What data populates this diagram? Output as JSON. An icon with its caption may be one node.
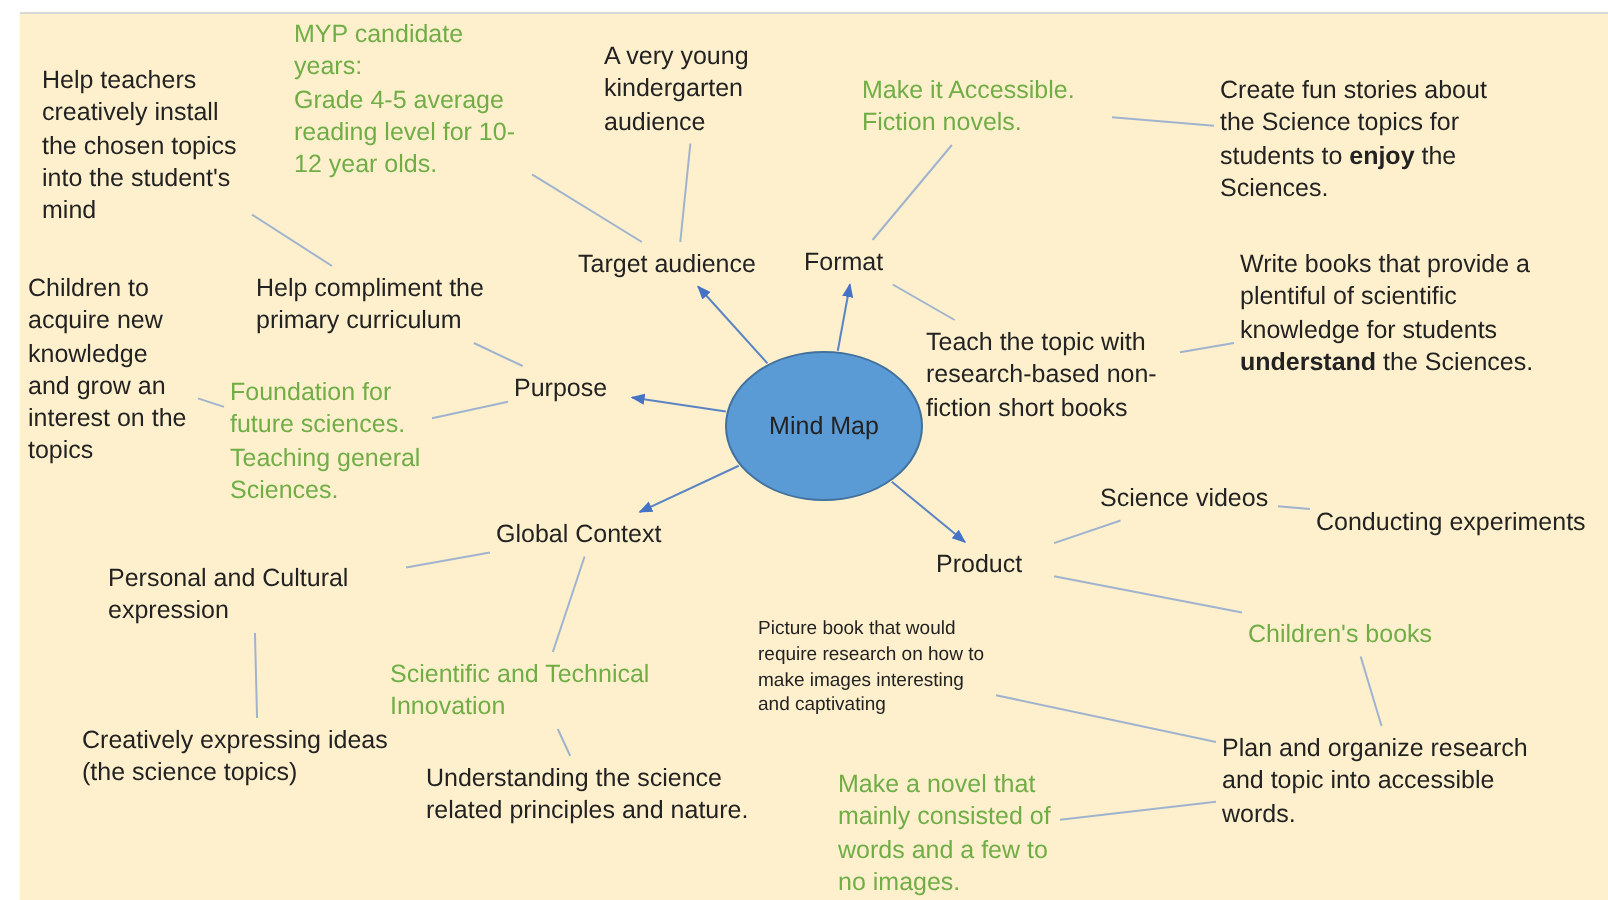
{
  "diagram": {
    "nodes": [
      {
        "text": [
          "Mind Map"
        ]
      },
      {
        "text": [
          "Target audience"
        ]
      },
      {
        "text": [
          "Format"
        ]
      },
      {
        "text": [
          "Purpose"
        ]
      },
      {
        "text": [
          "Global Context"
        ]
      },
      {
        "text": [
          "Product"
        ]
      },
      {
        "text": [
          "A very young kindergarten audience"
        ]
      },
      {
        "text": [
          "MYP candidate years:",
          "Grade 4-5 average reading level for 10-12 year olds."
        ]
      },
      {
        "text": [
          "Make it Accessible. Fiction novels."
        ]
      },
      {
        "text": [
          "Create fun stories about the Science topics for students to **enjoy** the Sciences."
        ]
      },
      {
        "text": [
          "Teach the topic with research-based non-fiction short books"
        ]
      },
      {
        "text": [
          "Write books that provide a plentiful of scientific knowledge for students **understand** the Sciences."
        ]
      },
      {
        "text": [
          "Help compliment the primary curriculum"
        ]
      },
      {
        "text": [
          "Help teachers creatively install the chosen topics into the student's mind"
        ]
      },
      {
        "text": [
          "Children to acquire new knowledge and grow an interest on the topics"
        ]
      },
      {
        "text": [
          "Foundation for future sciences. Teaching general Sciences."
        ]
      },
      {
        "text": [
          "Personal and Cultural expression"
        ]
      },
      {
        "text": [
          "Scientific and Technical Innovation"
        ]
      },
      {
        "text": [
          "Creatively expressing ideas (the science topics)"
        ]
      },
      {
        "text": [
          "Understanding the science related principles and nature."
        ]
      },
      {
        "text": [
          "Science videos"
        ]
      },
      {
        "text": [
          "Conducting experiments"
        ]
      },
      {
        "text": [
          "Picture book that would require research on how to make images interesting and captivating"
        ]
      },
      {
        "text": [
          "Children's books"
        ]
      },
      {
        "text": [
          "Plan and organize research and topic into accessible words."
        ]
      },
      {
        "text": [
          "Make a novel that mainly consisted of words and a few to no images."
        ]
      }
    ],
    "edges": [
      {
        "from": 0,
        "to": 1,
        "arrow": "to"
      },
      {
        "from": 0,
        "to": 2,
        "arrow": "to"
      },
      {
        "from": 0,
        "to": 3,
        "arrow": "to"
      },
      {
        "from": 0,
        "to": 4,
        "arrow": "to"
      },
      {
        "from": 0,
        "to": 5,
        "arrow": "to"
      },
      {
        "from": 1,
        "to": 6,
        "arrow": "none"
      },
      {
        "from": 1,
        "to": 7,
        "arrow": "none"
      },
      {
        "from": 2,
        "to": 8,
        "arrow": "none"
      },
      {
        "from": 8,
        "to": 9,
        "arrow": "none"
      },
      {
        "from": 2,
        "to": 10,
        "arrow": "none"
      },
      {
        "from": 10,
        "to": 11,
        "arrow": "none"
      },
      {
        "from": 3,
        "to": 12,
        "arrow": "none"
      },
      {
        "from": 12,
        "to": 13,
        "arrow": "none"
      },
      {
        "from": 3,
        "to": 15,
        "arrow": "none"
      },
      {
        "from": 15,
        "to": 14,
        "arrow": "none"
      },
      {
        "from": 4,
        "to": 16,
        "arrow": "none"
      },
      {
        "from": 4,
        "to": 17,
        "arrow": "none"
      },
      {
        "from": 16,
        "to": 18,
        "arrow": "none"
      },
      {
        "from": 17,
        "to": 19,
        "arrow": "none"
      },
      {
        "from": 5,
        "to": 20,
        "arrow": "none"
      },
      {
        "from": 20,
        "to": 21,
        "arrow": "none"
      },
      {
        "from": 5,
        "to": 23,
        "arrow": "none"
      },
      {
        "from": 23,
        "to": 24,
        "arrow": "none"
      },
      {
        "from": 22,
        "to": 24,
        "arrow": "none"
      },
      {
        "from": 25,
        "to": 24,
        "arrow": "none"
      }
    ]
  }
}
